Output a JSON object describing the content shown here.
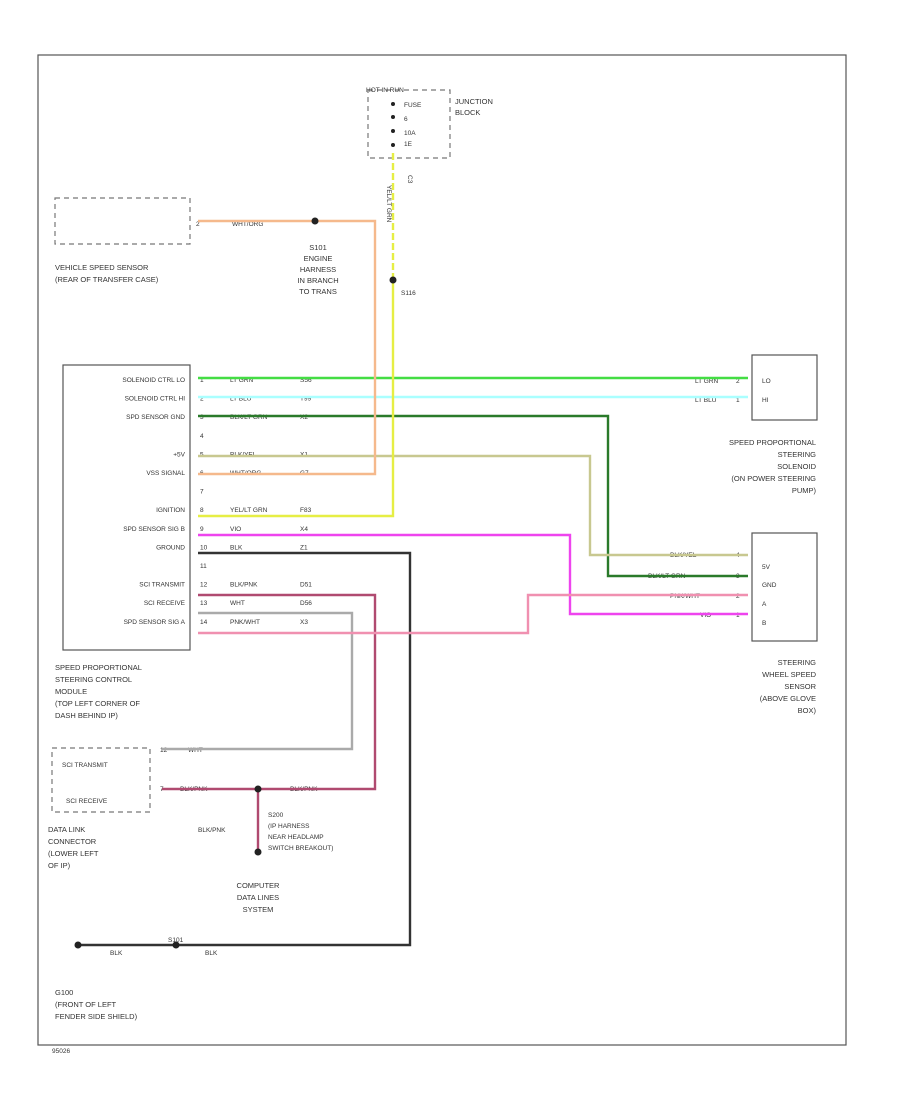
{
  "colors": {
    "lt_grn": "#44dd44",
    "lt_blu": "#aaffff",
    "dk_grn_blk": "#2a7a2a",
    "blk_yel": "#c8c890",
    "wht_org": "#f5b98c",
    "yel_grn": "#e6ee44",
    "vio": "#ee44ee",
    "blk": "#333333",
    "blk_pnk": "#b04a70",
    "wht": "#aaaaaa",
    "pnk_wht": "#f090b0"
  },
  "junction": {
    "header": "HOT IN RUN",
    "fuse": "FUSE",
    "fuse_num": "6",
    "amp": "10A",
    "pin": "1E",
    "label1": "JUNCTION",
    "label2": "BLOCK",
    "out_pin": "C3"
  },
  "vss": {
    "pin": "2",
    "wire": "WHT/ORG",
    "label1": "VEHICLE SPEED SENSOR",
    "label2": "(REAR OF TRANSFER CASE)"
  },
  "splice_s101": [
    "S101",
    "ENGINE",
    "HARNESS",
    "IN BRANCH",
    "TO TRANS"
  ],
  "ign_wire": "YEL/LT GRN",
  "splice_s116": "S116",
  "module": {
    "rows": [
      "SOLENOID CTRL LO",
      "SOLENOID CTRL HI",
      "SPD SENSOR GND",
      "",
      "+5V",
      "VSS SIGNAL",
      "",
      "IGNITION",
      "SPD SENSOR SIG B",
      "GROUND",
      "",
      "SCI TRANSMIT",
      "SCI RECEIVE",
      "SPD SENSOR SIG A"
    ],
    "pins": [
      "1",
      "2",
      "3",
      "4",
      "5",
      "6",
      "7",
      "8",
      "9",
      "10",
      "11",
      "12",
      "13",
      "14"
    ],
    "wires": [
      "LT GRN",
      "LT BLU",
      "BLK/LT GRN",
      "",
      "BLK/YEL",
      "WHT/ORG",
      "",
      "YEL/LT GRN",
      "VIO",
      "BLK",
      "",
      "BLK/PNK",
      "WHT",
      "PNK/WHT"
    ],
    "circuits": [
      "S56",
      "T99",
      "X2",
      "",
      "X1",
      "G7",
      "",
      "F83",
      "X4",
      "Z1",
      "",
      "D51",
      "D56",
      "X3"
    ],
    "caption": [
      "SPEED PROPORTIONAL",
      "STEERING CONTROL",
      "MODULE",
      "(TOP LEFT CORNER OF",
      "DASH BEHIND IP)"
    ]
  },
  "solenoid": {
    "rows": [
      {
        "wire": "LT GRN",
        "pin": "2",
        "label": "LO"
      },
      {
        "wire": "LT BLU",
        "pin": "1",
        "label": "HI"
      }
    ],
    "caption": [
      "SPEED PROPORTIONAL",
      "STEERING",
      "SOLENOID",
      "(ON POWER STEERING",
      "PUMP)"
    ]
  },
  "wheel_sensor": {
    "rows": [
      {
        "wire": "BLK/YEL",
        "pin": "4",
        "label": "5V"
      },
      {
        "wire": "BLK/LT GRN",
        "pin": "3",
        "label": "GND"
      },
      {
        "wire": "PNK/WHT",
        "pin": "2",
        "label": "A"
      },
      {
        "wire": "VIO",
        "pin": "1",
        "label": "B"
      }
    ],
    "caption": [
      "STEERING",
      "WHEEL SPEED",
      "SENSOR",
      "(ABOVE GLOVE",
      "BOX)"
    ]
  },
  "dlc": {
    "rows": [
      {
        "label": "SCI TRANSMIT",
        "pin": "12",
        "wire": "WHT"
      },
      {
        "label": "SCI RECEIVE",
        "pin": "7",
        "wire": "BLK/PNK"
      }
    ],
    "caption": [
      "DATA LINK",
      "CONNECTOR",
      "(LOWER LEFT",
      "OF IP)"
    ]
  },
  "splice_s200": {
    "wire_left": "BLK/PNK",
    "wire_right": "BLK/PNK",
    "wire_down": "BLK/PNK",
    "label": [
      "S200",
      "(IP HARNESS",
      "NEAR HEADLAMP",
      "SWITCH BREAKOUT)"
    ]
  },
  "cds": [
    "COMPUTER",
    "DATA LINES",
    "SYSTEM"
  ],
  "ground": {
    "wire1": "BLK",
    "splice": "S101",
    "wire2": "BLK",
    "label": [
      "G100",
      "(FRONT OF LEFT",
      "FENDER SIDE SHIELD)"
    ]
  },
  "figure_id": "95026"
}
